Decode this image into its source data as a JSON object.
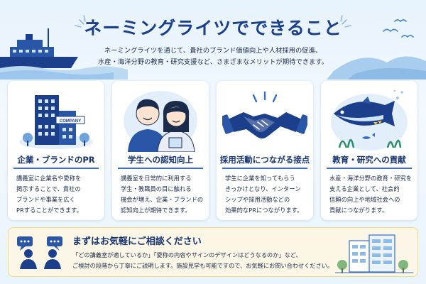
{
  "header": {
    "title": "ネーミングライツでできること",
    "subtitle_lines": [
      "ネーミングライツを通じて、貴社のブランド価値向上や人材採用の促進、",
      "水産・海洋分野の教育・研究支援など、さまざまなメリットが期待できます。"
    ]
  },
  "cards": [
    {
      "icon": "office-building-icon",
      "title": "企業・ブランドのPR",
      "lines": [
        "講義室に企業名や愛称を",
        "掲示することで、貴社の",
        "ブランドや事業を広く",
        "PRすることができます。"
      ]
    },
    {
      "icon": "students-icon",
      "title": "学生への認知向上",
      "lines": [
        "講義室を日常的に利用する",
        "学生・教職員の目に触れる",
        "機会が増え、企業・ブランドの",
        "認知向上が期待できます。"
      ]
    },
    {
      "icon": "handshake-icon",
      "title": "採用活動につながる接点",
      "lines": [
        "学生に企業を知ってもらう",
        "きっかけとなり、インターン",
        "シップや採用活動などの",
        "効果的なPRにつながります。"
      ]
    },
    {
      "icon": "tuna-fish-icon",
      "title": "教育・研究への貢献",
      "lines": [
        "水産・海洋分野の教育・研究を",
        "支える企業として、社会的",
        "信頼の向上や地域社会への",
        "貢献につながります。"
      ]
    }
  ],
  "consult": {
    "icon": "chat-people-icon",
    "title": "まずはお気軽にご相談ください",
    "lines": [
      "「どの講義室が適しているか」「愛称の内容やサインのデザインはどうなるのか」など、",
      "ご検討の段階から丁寧にご説明します。施設見学も可能ですので、お気軽にお問い合わせください。"
    ]
  },
  "decor": {
    "ship_label": "COMPANY",
    "colors": {
      "navy": "#1c3f8c",
      "accent": "#3a6fc4",
      "light": "#cfe3f7",
      "cream": "#fbf6e6"
    }
  }
}
